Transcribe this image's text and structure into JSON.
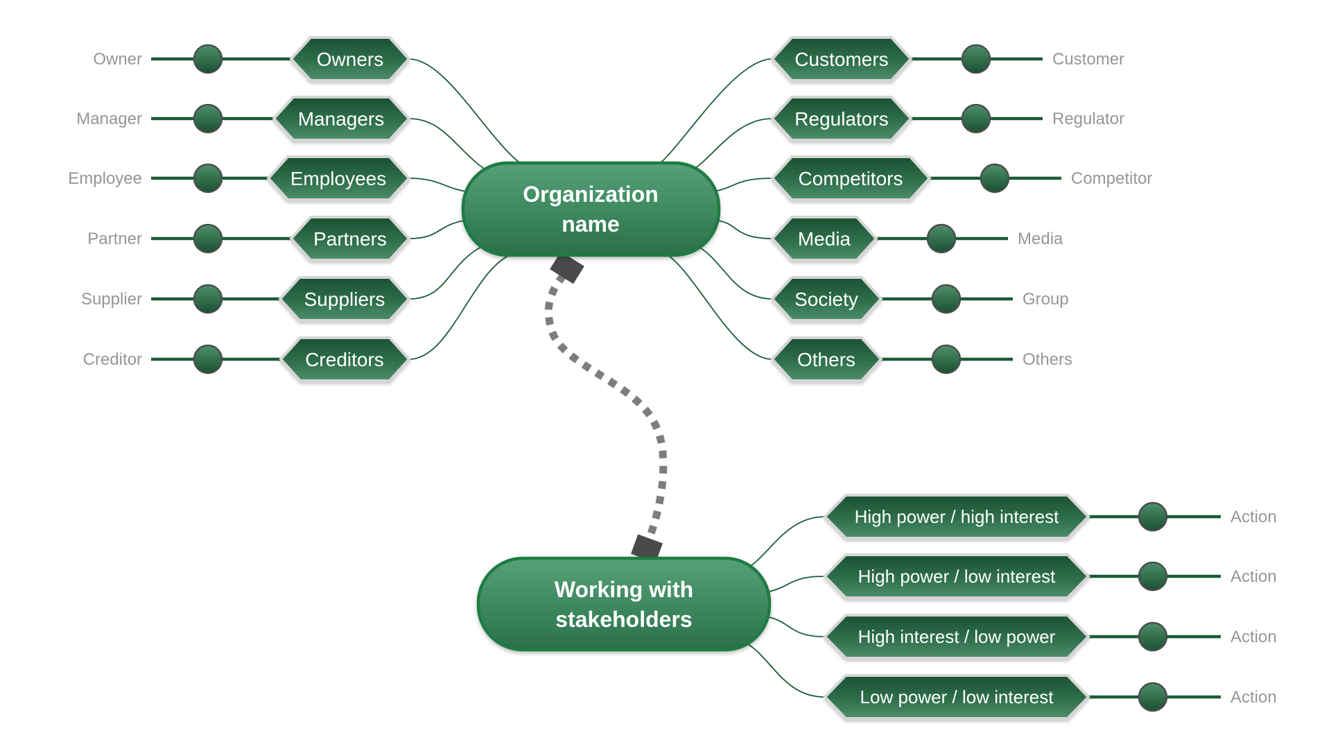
{
  "diagram": {
    "center_top": {
      "line1": "Organization",
      "line2": "name"
    },
    "center_bottom": {
      "line1": "Working with",
      "line2": "stakeholders"
    },
    "left_branches": [
      {
        "node": "Owners",
        "leaf": "Owner"
      },
      {
        "node": "Managers",
        "leaf": "Manager"
      },
      {
        "node": "Employees",
        "leaf": "Employee"
      },
      {
        "node": "Partners",
        "leaf": "Partner"
      },
      {
        "node": "Suppliers",
        "leaf": "Supplier"
      },
      {
        "node": "Creditors",
        "leaf": "Creditor"
      }
    ],
    "right_branches": [
      {
        "node": "Customers",
        "leaf": "Customer"
      },
      {
        "node": "Regulators",
        "leaf": "Regulator"
      },
      {
        "node": "Competitors",
        "leaf": "Competitor"
      },
      {
        "node": "Media",
        "leaf": "Media"
      },
      {
        "node": "Society",
        "leaf": "Group"
      },
      {
        "node": "Others",
        "leaf": "Others"
      }
    ],
    "bottom_branches": [
      {
        "node": "High power / high interest",
        "leaf": "Action"
      },
      {
        "node": "High power / low interest",
        "leaf": "Action"
      },
      {
        "node": "High interest / low power",
        "leaf": "Action"
      },
      {
        "node": "Low power / low interest",
        "leaf": "Action"
      }
    ],
    "colors": {
      "branch_fill_dark": "#1a5132",
      "branch_fill_mid": "#2f6f4c",
      "branch_fill_light": "#4e8f6b",
      "branch_border": "#d6d6d6",
      "center_fill_top": "#57a078",
      "center_fill_mid": "#3f8a61",
      "center_fill_bottom": "#2b7049",
      "center_border": "#1e7c44",
      "line_green": "#1a5c38",
      "circle_border": "#4d4d4d",
      "leaf_label_gray": "#969696",
      "relationship_gray": "#7d7d7d",
      "relationship_cap_dark": "#4a4a4a",
      "text_white": "#ffffff"
    }
  }
}
